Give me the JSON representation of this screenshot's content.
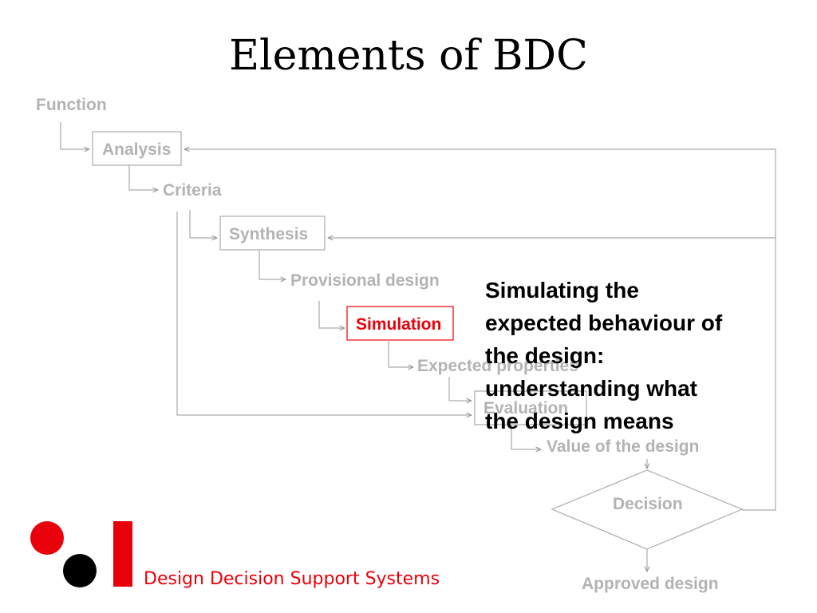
{
  "slide": {
    "title": "Elements of BDC"
  },
  "diagram": {
    "nodes": {
      "function": "Function",
      "analysis": "Analysis",
      "criteria": "Criteria",
      "synthesis": "Synthesis",
      "provisional_design": "Provisional design",
      "simulation": "Simulation",
      "expected_properties": "Expected properties",
      "evaluation": "Evaluation",
      "value_of_design": "Value of the design",
      "decision": "Decision",
      "approved_design": "Approved design"
    },
    "highlighted_node": "simulation",
    "colors": {
      "inactive": "#b3b3b3",
      "active": "#e8000b"
    }
  },
  "callout": {
    "lines": [
      "Simulating the",
      "expected behaviour of",
      "the design:",
      "understanding what",
      "the design means"
    ]
  },
  "footer": {
    "text": "Design Decision Support Systems",
    "brand_color": "#e8000b"
  }
}
